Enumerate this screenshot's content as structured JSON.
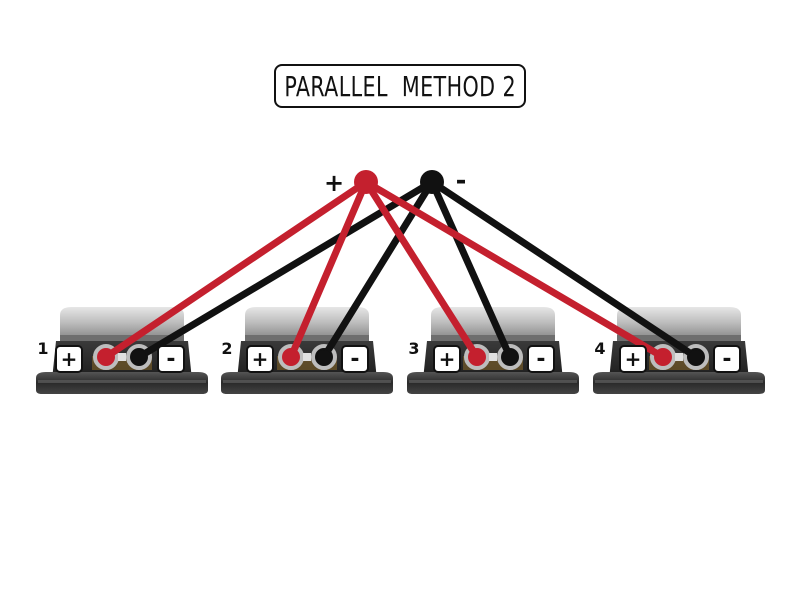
{
  "title": "PARALLEL  METHOD 2",
  "source": {
    "positive_label": "+",
    "negative_label": "-",
    "positive_color": "#c4202e",
    "negative_color": "#111111"
  },
  "speakers": [
    {
      "number": "1",
      "plus_label": "+",
      "minus_label": "-"
    },
    {
      "number": "2",
      "plus_label": "+",
      "minus_label": "-"
    },
    {
      "number": "3",
      "plus_label": "+",
      "minus_label": "-"
    },
    {
      "number": "4",
      "plus_label": "+",
      "minus_label": "-"
    }
  ],
  "wiring": {
    "method": "parallel",
    "description": "Source + connects to + terminal of each of 4 speakers; source - connects to - terminal of each speaker."
  }
}
